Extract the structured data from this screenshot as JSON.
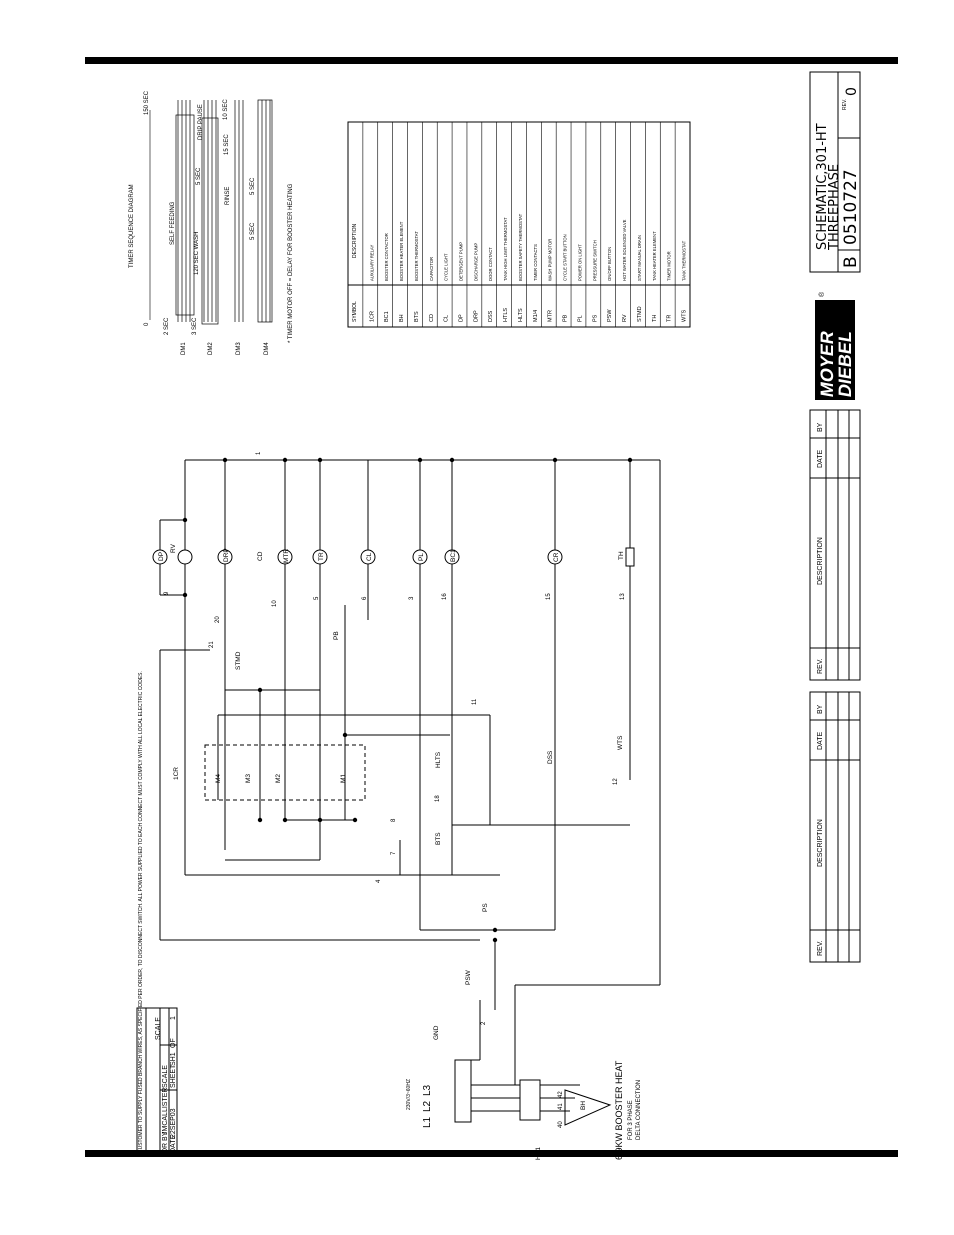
{
  "title_block": {
    "drawing_title": "SCHEMATIC,301-HT",
    "phase": "THREEPHASE",
    "size": "B",
    "drawing_number": "0510727",
    "rev_label": "REV.",
    "rev": "0"
  },
  "logo": {
    "line1": "MOYER",
    "line2": "DIEBEL",
    "mark": "®"
  },
  "revision_tables": [
    {
      "rev": "REV.",
      "description": "DESCRIPTION",
      "date": "DATE",
      "by": "BY"
    },
    {
      "rev": "REV.",
      "description": "DESCRIPTION",
      "date": "DATE",
      "by": "BY"
    }
  ],
  "notes": {
    "customer_note": "CUSTOMER TO SUPPLY FUSED BRANCH WIRES, AS SPECIFIED PER ORDER, TO DISCONNECT SWITCH. ALL POWER SUPPLIED TO EACH CONNECT MUST COMPLY WITH ALL LOCAL ELECTRIC CODES.",
    "dr_by_label": "DR BY",
    "dr_by": "JMCALLISTER",
    "scale_label": "SCALE",
    "scale_label2": "SCALE",
    "date_label": "DATE",
    "date": "22SEP03",
    "sheet_label": "SHEET",
    "sheet": "SH1",
    "of_label": "OF",
    "of": "1"
  },
  "symbol_table": {
    "headers": [
      "SYMBOL",
      "DESCRIPTION"
    ],
    "rows": [
      [
        "1CR",
        "AUXILIARY RELAY"
      ],
      [
        "BC1",
        "BOOSTER CONTACTOR"
      ],
      [
        "BH",
        "BOOSTER HEATER ELEMENT"
      ],
      [
        "BTS",
        "BOOSTER THERMOSTAT"
      ],
      [
        "CD",
        "CAPACITOR"
      ],
      [
        "CL",
        "CYCLE LIGHT"
      ],
      [
        "DP",
        "DETERGENT PUMP"
      ],
      [
        "DRP",
        "DISCHARGE PUMP"
      ],
      [
        "DSS",
        "DOOR CONTACT"
      ],
      [
        "HTLS",
        "TANK HIGH LIMIT THERMOSTAT"
      ],
      [
        "HLTS",
        "BOOSTER SAFETY THERMOSTAT"
      ],
      [
        "M1/4",
        "TIMER CONTACTS"
      ],
      [
        "MTR",
        "WASH PUMP MOTOR"
      ],
      [
        "PB",
        "CYCLE START BUTTON"
      ],
      [
        "PL",
        "POWER ON LIGHT"
      ],
      [
        "PS",
        "PRESSURE SWITCH"
      ],
      [
        "PSW",
        "ON/OFF BUTTON"
      ],
      [
        "RV",
        "HOT WATER SOLENOID VALVE"
      ],
      [
        "STMD",
        "START MANUAL DRAIN"
      ],
      [
        "TH",
        "TANK HEATER ELEMENT"
      ],
      [
        "TR",
        "TIMER MOTOR"
      ],
      [
        "WTS",
        "TANK THERMOSTAT"
      ]
    ]
  },
  "timer_diagram": {
    "title": "TIMER SEQUENCE DIAGRAM",
    "start": "0",
    "end": "150 SEC",
    "rows": [
      "DM1",
      "DM2",
      "DM3",
      "DM4"
    ],
    "labels": [
      "SELF FEEDING",
      "120 SEC WASH",
      "DRIP PAUSE",
      "RINSE",
      "2 SEC",
      "3 SEC",
      "5 SEC",
      "15 SEC",
      "10 SEC",
      "5 SEC",
      "5 SEC"
    ],
    "footnote": "* TIMER MOTOR OFF = DELAY FOR BOOSTER HEATING"
  },
  "components": [
    "DP",
    "RV",
    "DRP",
    "MTR",
    "TR",
    "CL",
    "PL",
    "BC1",
    "CR",
    "TH",
    "CD",
    "STMD",
    "PB",
    "M4",
    "M3",
    "M2",
    "M1",
    "1CR",
    "HLTS",
    "DSS",
    "WTS",
    "BTS",
    "PS",
    "PSW",
    "HC1",
    "BH",
    "GND"
  ],
  "wire_numbers": [
    "1",
    "9",
    "20",
    "21",
    "10",
    "5",
    "6",
    "3",
    "16",
    "15",
    "13",
    "11",
    "8",
    "7",
    "4",
    "18",
    "12",
    "2",
    "40",
    "41",
    "42"
  ],
  "power": {
    "lines": [
      "L1",
      "L2",
      "L3"
    ],
    "supply": "230V/3~60HZ",
    "booster": "6/9KW BOOSTER HEAT",
    "delta1": "FOR 3 PHASE",
    "delta2": "DELTA CONNECTION"
  }
}
